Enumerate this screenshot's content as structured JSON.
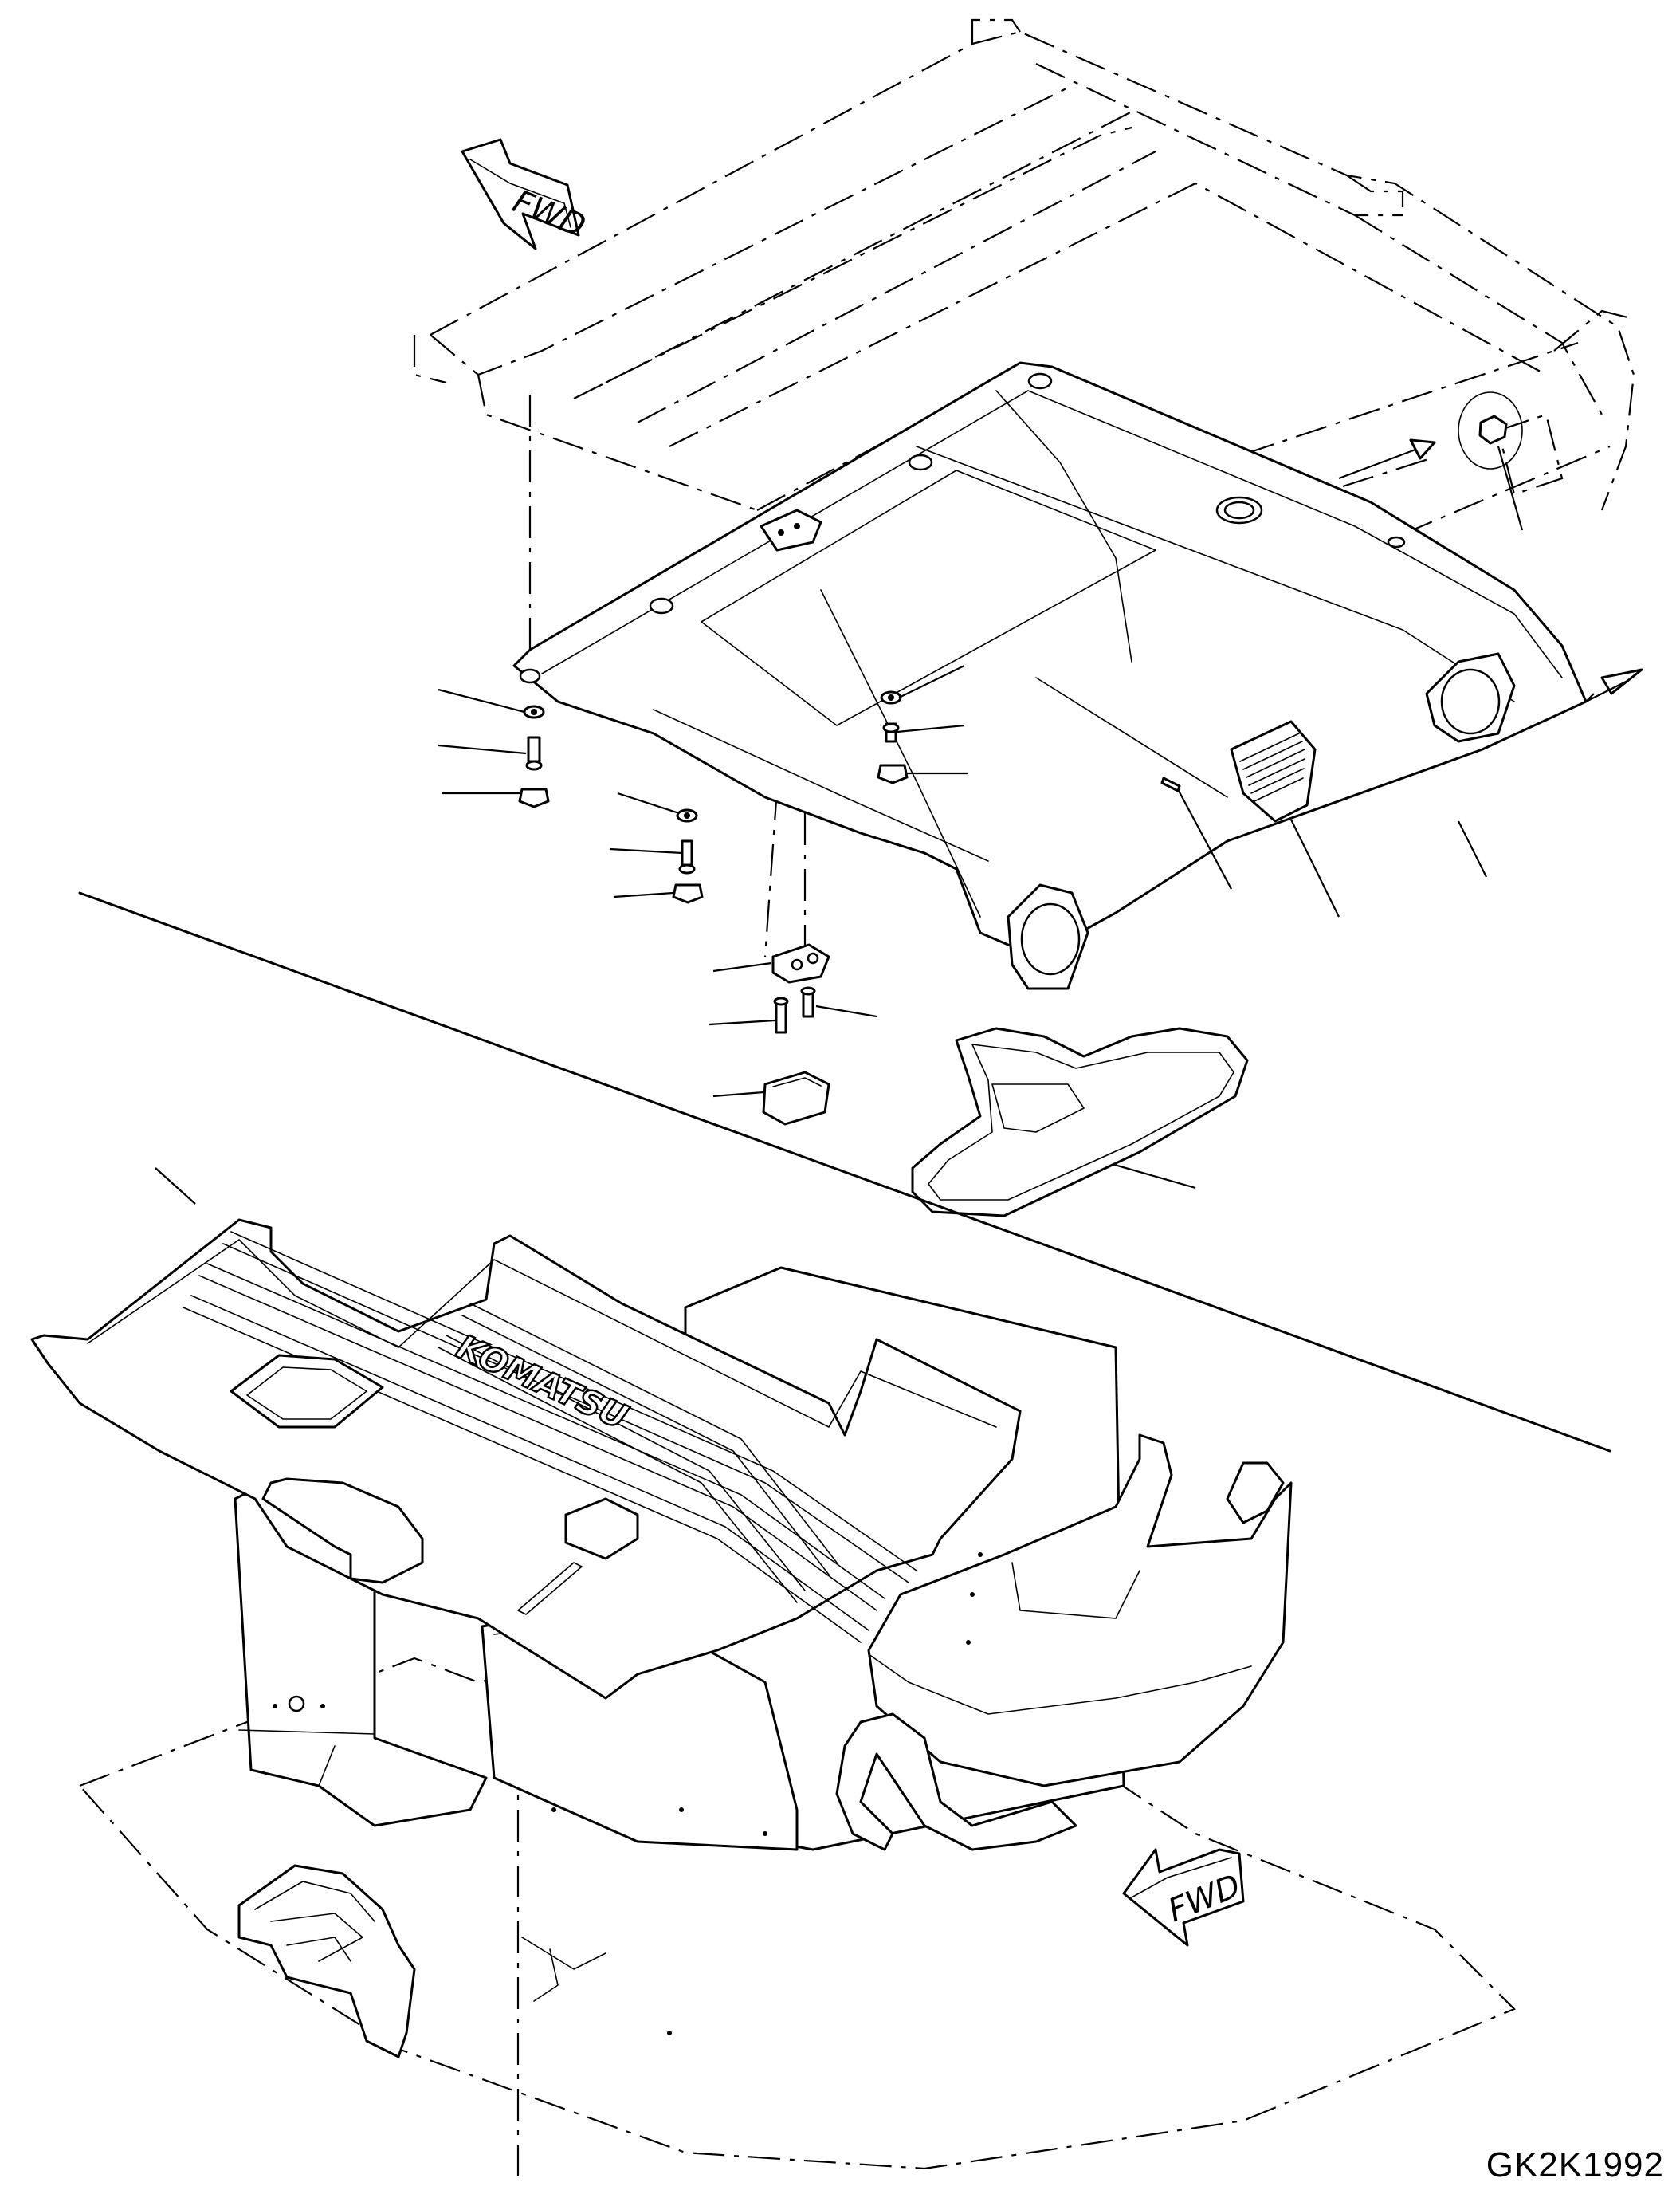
{
  "diagram": {
    "drawing_code": "GK2K1992",
    "fwd_label_top": "FWD",
    "fwd_label_bottom": "FWD",
    "brand_mark": "KOMATSU"
  }
}
